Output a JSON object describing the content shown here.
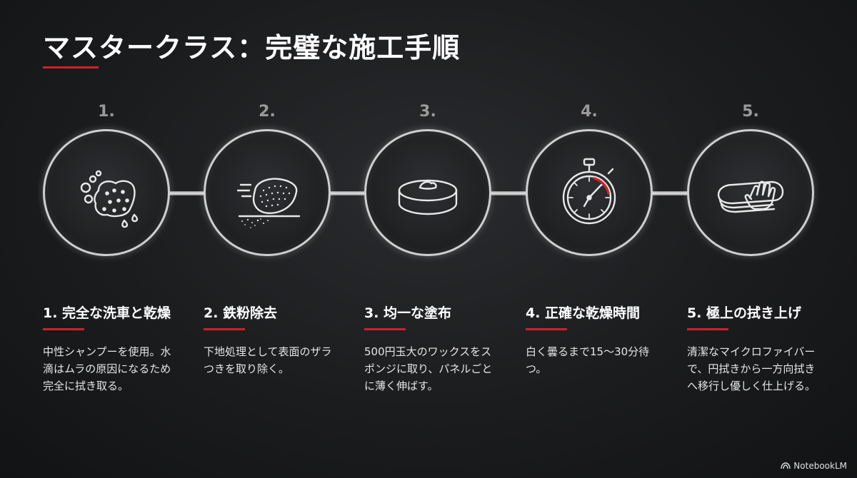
{
  "title": "マスタークラス：完璧な施工手順",
  "accent_color": "#d0202a",
  "steps": [
    {
      "number": "1.",
      "icon": "sponge-bubbles-icon",
      "title": "1. 完全な洗車と乾燥",
      "desc": "中性シャンプーを使用。水滴はムラの原因になるため完全に拭き取る。"
    },
    {
      "number": "2.",
      "icon": "clay-bar-icon",
      "title": "2. 鉄粉除去",
      "desc": "下地処理として表面のザラつきを取り除く。"
    },
    {
      "number": "3.",
      "icon": "wax-puck-icon",
      "title": "3. 均一な塗布",
      "desc": "500円玉大のワックスをスポンジに取り、パネルごとに薄く伸ばす。"
    },
    {
      "number": "4.",
      "icon": "stopwatch-icon",
      "title": "4. 正確な乾燥時間",
      "desc": "白く曇るまで15〜30分待つ。"
    },
    {
      "number": "5.",
      "icon": "microfiber-hand-icon",
      "title": "5. 極上の拭き上げ",
      "desc": "清潔なマイクロファイバーで、円拭きから一方向拭きへ移行し優しく仕上げる。"
    }
  ],
  "branding": "NotebookLM"
}
